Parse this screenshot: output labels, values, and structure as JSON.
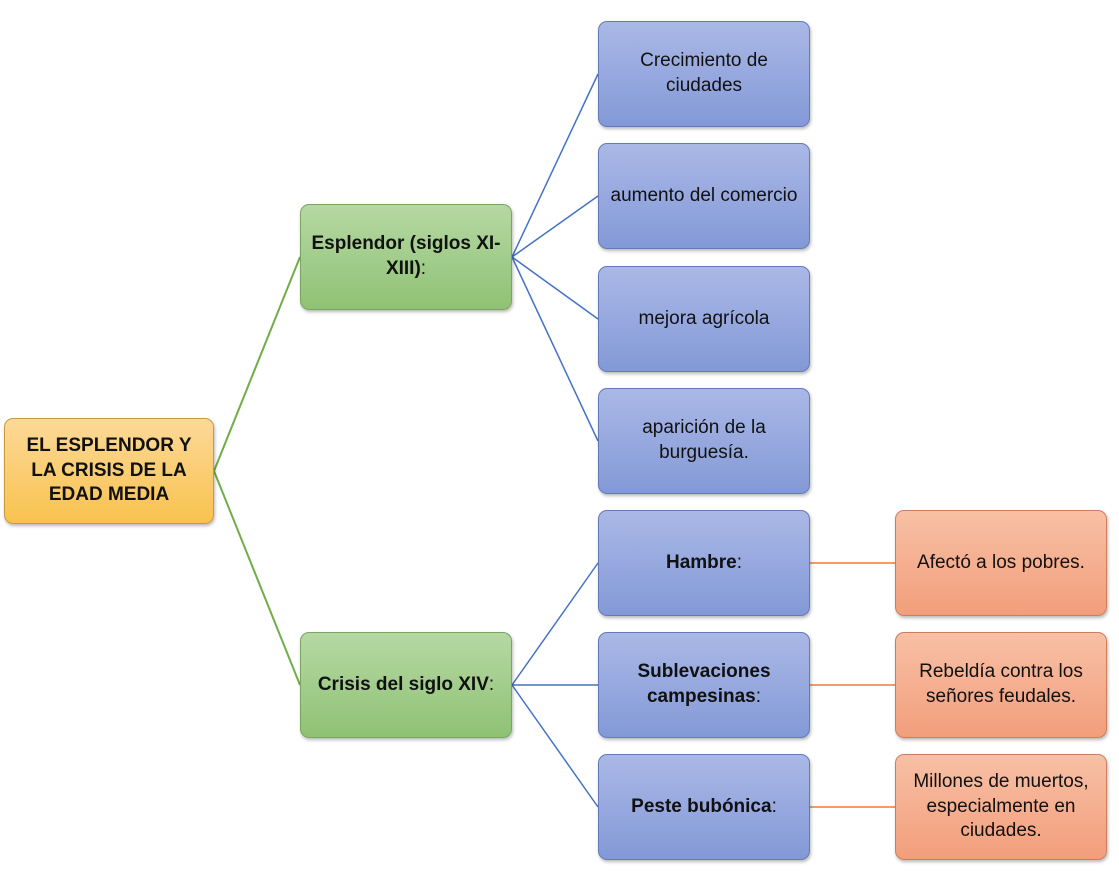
{
  "root": {
    "bold": "EL ESPLENDOR Y LA CRISIS DE LA EDAD MEDIA",
    "rest": ""
  },
  "branches": [
    {
      "bold": "Esplendor (siglos XI-XIII)",
      "rest": ":",
      "children": [
        {
          "bold": "",
          "rest": "Crecimiento de ciudades"
        },
        {
          "bold": "",
          "rest": "aumento del comercio"
        },
        {
          "bold": "",
          "rest": "mejora agrícola"
        },
        {
          "bold": "",
          "rest": "aparición de la burguesía."
        }
      ]
    },
    {
      "bold": "Crisis del siglo XIV",
      "rest": ":",
      "children": [
        {
          "bold": "Hambre",
          "rest": ":",
          "detail": "Afectó a los pobres."
        },
        {
          "bold": "Sublevaciones campesinas",
          "rest": ":",
          "detail": "Rebeldía contra los señores feudales."
        },
        {
          "bold": "Peste bubónica",
          "rest": ":",
          "detail": "Millones de muertos, especialmente en ciudades."
        }
      ]
    }
  ],
  "colors": {
    "green_line": "#70ad47",
    "blue_line": "#4472c4",
    "orange_line": "#ed7d31"
  }
}
